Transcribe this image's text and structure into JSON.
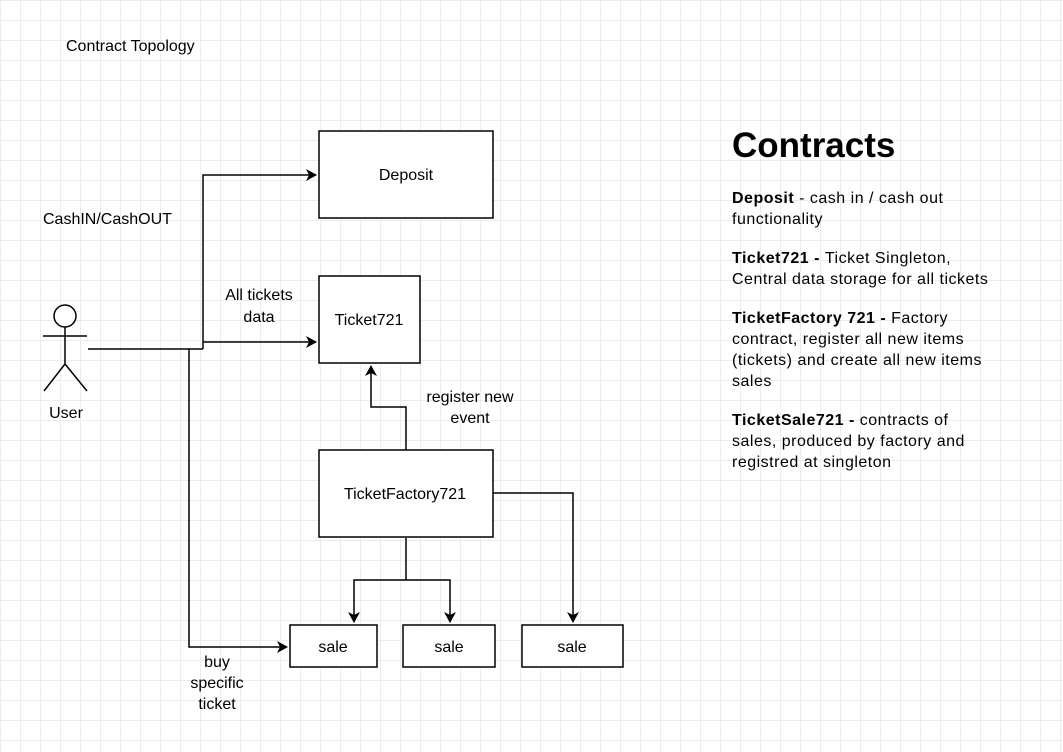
{
  "title": "Contract Topology",
  "nodes": {
    "user": "User",
    "deposit": "Deposit",
    "ticket721": "Ticket721",
    "ticket_factory": "TicketFactory721",
    "sale_1": "sale",
    "sale_2": "sale",
    "sale_3": "sale"
  },
  "edge_labels": {
    "cash": "CashIN/CashOUT",
    "tickets_data": [
      "All tickets",
      "data"
    ],
    "register_event": [
      "register new",
      "event"
    ],
    "buy_ticket": [
      "buy",
      "specific",
      "ticket"
    ]
  },
  "legend": {
    "heading": "Contracts",
    "entries": [
      {
        "term": "Deposit",
        "separator": " - ",
        "text": "cash in / cash out functionality"
      },
      {
        "term": "Ticket721",
        "separator": " - ",
        "text": "Ticket Singleton, Central data storage for all tickets"
      },
      {
        "term": "TicketFactory 721",
        "separator": " - ",
        "text": "Factory contract, register all new items (tickets) and create all new items sales"
      },
      {
        "term": "TicketSale721",
        "separator": " - ",
        "text": "contracts of sales, produced by factory and registred at singleton"
      }
    ]
  }
}
